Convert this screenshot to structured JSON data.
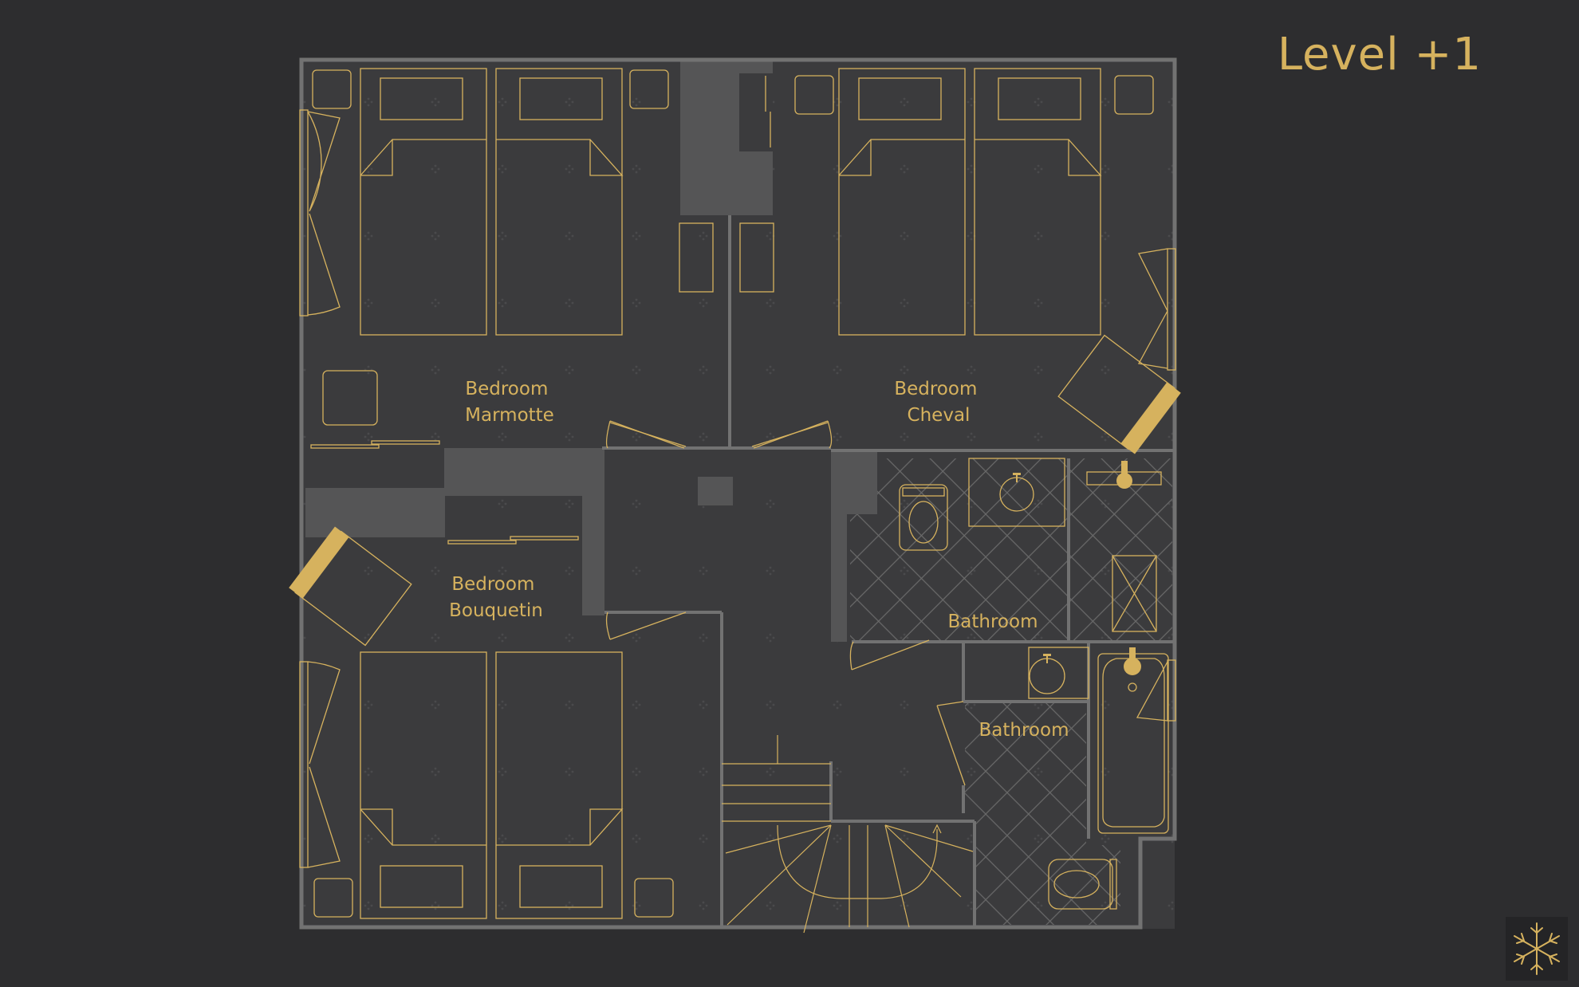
{
  "level_title": "Level +1",
  "rooms": {
    "marmotte": [
      "Bedroom",
      "Marmotte"
    ],
    "cheval": [
      "Bedroom",
      "Cheval"
    ],
    "bouquetin": [
      "Bedroom",
      "Bouquetin"
    ],
    "bathroom_upper": "Bathroom",
    "bathroom_lower": "Bathroom"
  },
  "colors": {
    "background": "#2d2d2f",
    "floor": "#3b3b3d",
    "wall": "#727272",
    "accent_gold": "#d6b25e",
    "dark_block": "#555556"
  },
  "icons": [
    "snowflake-logo-icon"
  ]
}
